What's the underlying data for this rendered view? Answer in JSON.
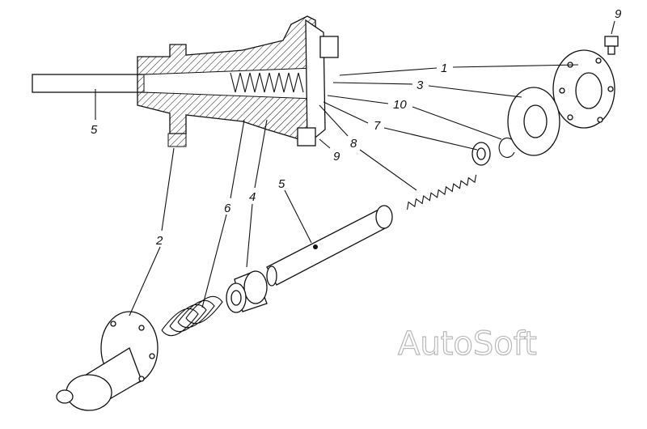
{
  "labels": {
    "n1": "1",
    "n2": "2",
    "n3": "3",
    "n4": "4",
    "n5_left": "5",
    "n5_mid": "5",
    "n6": "6",
    "n7": "7",
    "n8": "8",
    "n9_top": "9",
    "n9_mid": "9",
    "n10": "10"
  },
  "watermark": "AutoSoft"
}
